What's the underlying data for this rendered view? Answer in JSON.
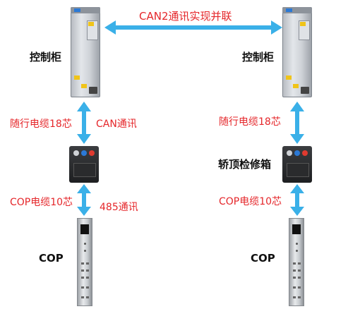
{
  "top_link": {
    "label": "CAN2通讯实现并联",
    "color": "#3ab0e8"
  },
  "left": {
    "cabinet_label": "控制柜",
    "cable1_label": "随行电缆18芯",
    "link1_label": "CAN通讯",
    "cable2_label": "COP电缆10芯",
    "link2_label": "485通讯",
    "cop_label": "COP"
  },
  "right": {
    "cabinet_label": "控制柜",
    "cable1_label": "随行电缆18芯",
    "box_label": "轿顶检修箱",
    "cable2_label": "COP电缆10芯",
    "cop_label": "COP"
  },
  "colors": {
    "arrow": "#3ab0e8",
    "red_text": "#e5262a"
  }
}
